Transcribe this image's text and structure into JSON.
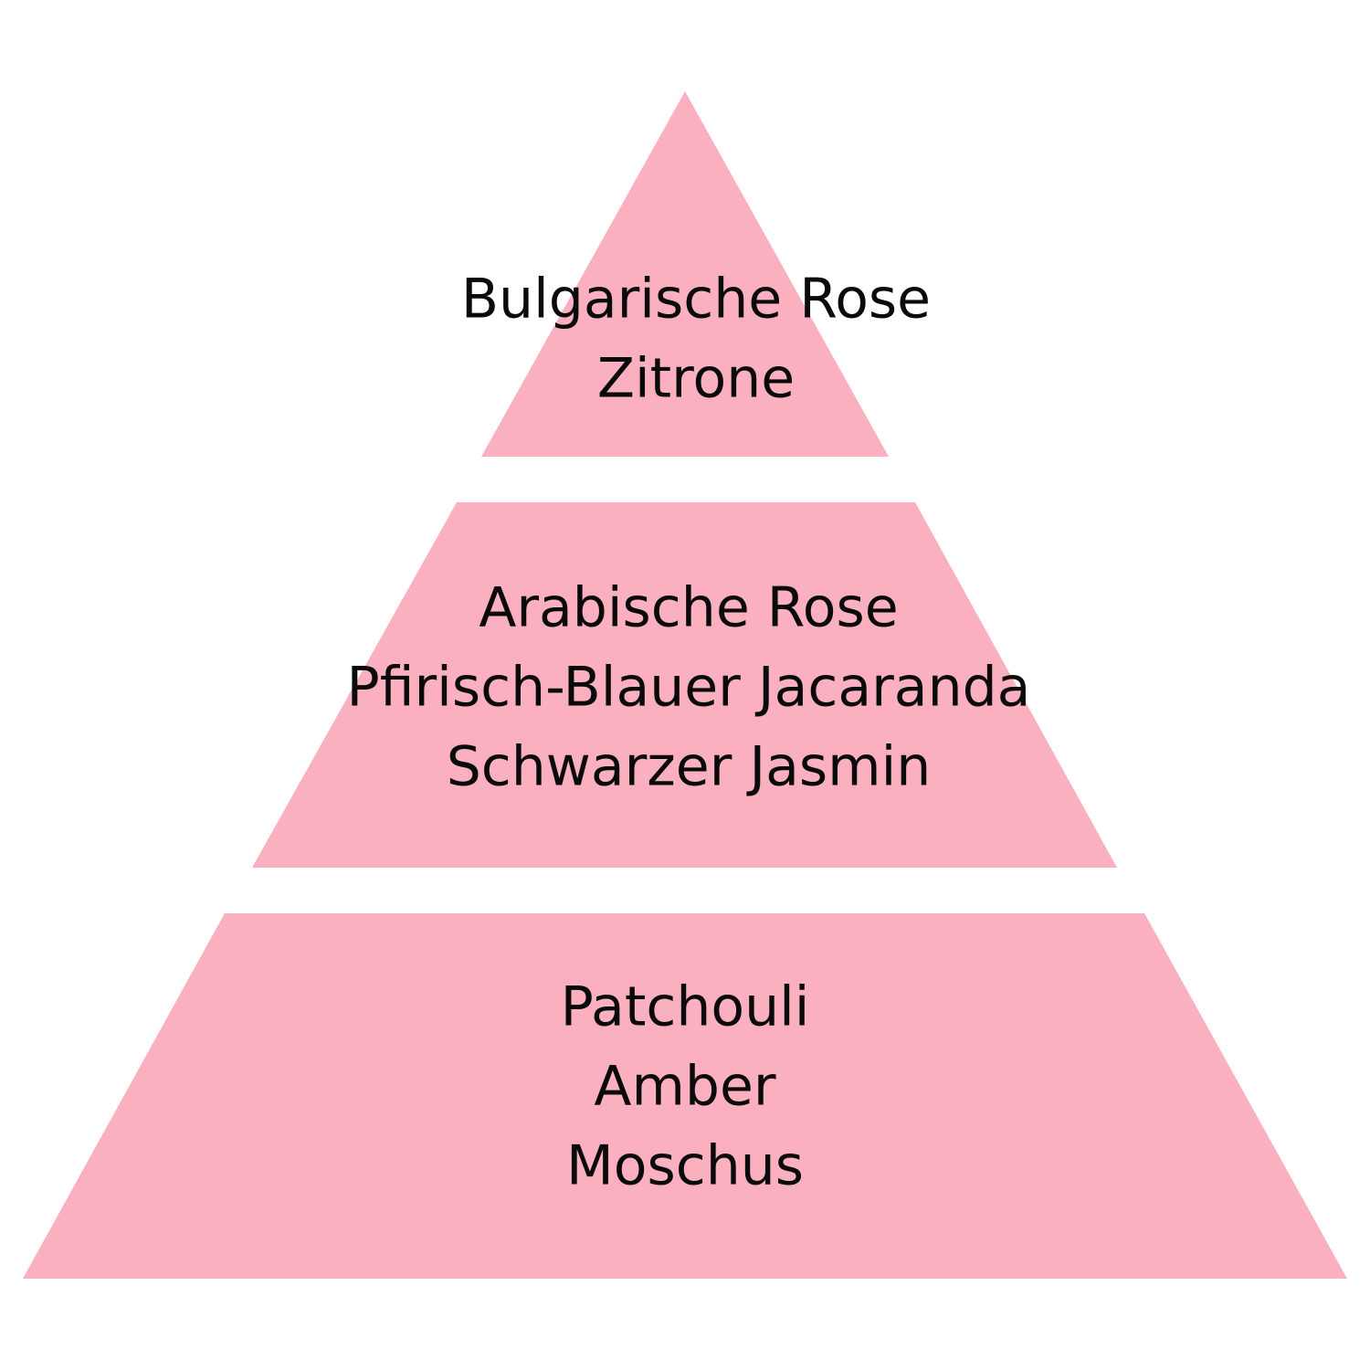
{
  "colors": {
    "background": "#ffffff",
    "tier_fill": "#fab0bf",
    "text": "#0a0a0a"
  },
  "pyramid": {
    "tiers": [
      {
        "notes": [
          "Bulgarische Rose",
          "Zitrone"
        ]
      },
      {
        "notes": [
          "Arabische Rose",
          "Pfirisch-Blauer Jacaranda",
          "Schwarzer Jasmin"
        ]
      },
      {
        "notes": [
          "Patchouli",
          "Amber",
          "Moschus"
        ]
      }
    ]
  }
}
